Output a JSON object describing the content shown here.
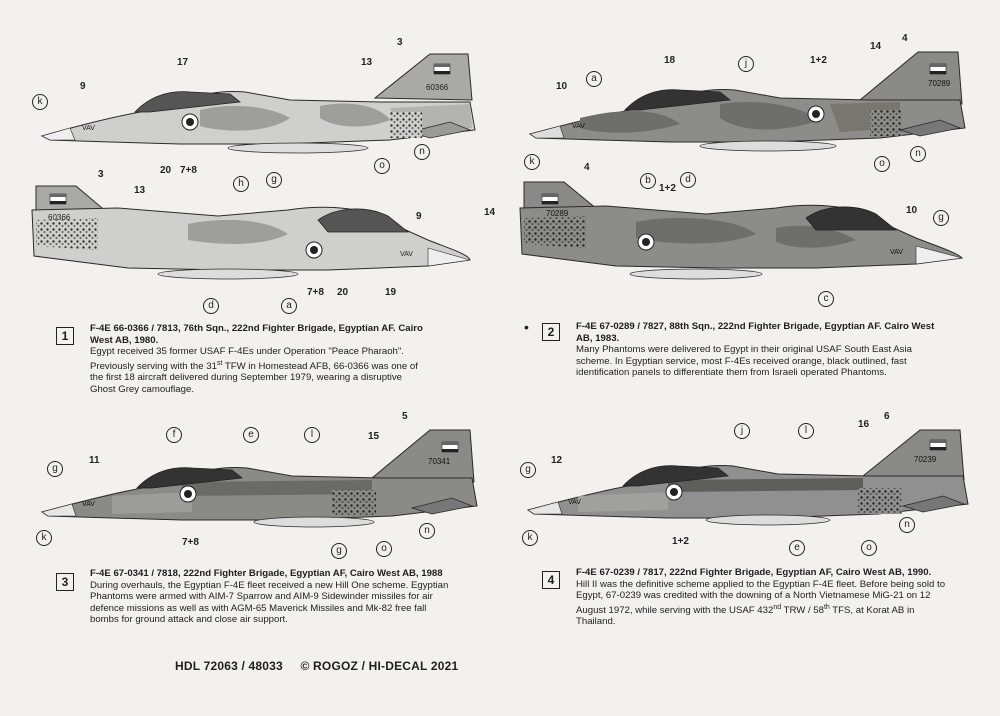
{
  "profiles": [
    {
      "number": "1",
      "heading": "F-4E 66-0366 / 7813, 76th Sqn., 222nd Fighter Brigade, Egyptian AF. Cairo West AB, 1980.",
      "body": "Egypt received 35 former USAF F-4Es under Operation \"Peace Pharaoh\". Previously serving with the 31st TFW in Homestead AFB, 66-0366 was one of the first 18 aircraft delivered during September 1979, wearing a disruptive Ghost Grey camouflage.",
      "serial_tail": "60366",
      "serial_tail_lower": "60366",
      "nose_code": "VAV",
      "nose_code_lower": "VAV"
    },
    {
      "number": "2",
      "heading": "F-4E 67-0289 / 7827, 88th Sqn., 222nd Fighter Brigade, Egyptian AF. Cairo West AB, 1983.",
      "body": "Many Phantoms were delivered to Egypt in their original USAF South East Asia scheme. In Egyptian service, most F-4Es received orange, black outlined, fast identification panels to differentiate them from Israeli operated Phantoms.",
      "serial_tail": "70289",
      "serial_tail_lower": "70289",
      "nose_code": "VAV",
      "nose_code_lower": "VAV"
    },
    {
      "number": "3",
      "heading": "F-4E 67-0341 / 7818, 222nd Fighter Brigade, Egyptian AF, Cairo West AB, 1988",
      "body": "During overhauls, the Egyptian F-4E fleet received a new Hill One scheme. Egyptian Phantoms were armed with AIM-7 Sparrow and AIM-9 Sidewinder missiles for air defence missions as well as with AGM-65 Maverick Missiles and Mk-82 free fall bombs for ground attack and close air support.",
      "serial_tail": "70341",
      "nose_code": "VAV"
    },
    {
      "number": "4",
      "heading": "F-4E 67-0239 / 7817, 222nd Fighter Brigade, Egyptian AF, Cairo West AB, 1990.",
      "body": "Hill II was the definitive scheme applied to the Egyptian F-4E fleet. Before being sold to Egypt, 67-0239 was credited with the downing of a North Vietnamese MiG-21 on 12 August 1972, while serving with the USAF 432nd TRW / 58th TFS, at Korat AB in Thailand.",
      "serial_tail": "70239",
      "nose_code": "VAV"
    }
  ],
  "callouts": {
    "p1a": [
      "3",
      "13",
      "17",
      "9",
      "20",
      "7+8"
    ],
    "p1a_circ": [
      "k",
      "g",
      "o",
      "n"
    ],
    "p1b": [
      "3",
      "13",
      "9",
      "7+8",
      "20",
      "19"
    ],
    "p1b_circ": [
      "h",
      "d",
      "a"
    ],
    "p2a": [
      "18",
      "1+2",
      "14",
      "4",
      "10"
    ],
    "p2a_circ": [
      "a",
      "j",
      "k",
      "d",
      "o",
      "n"
    ],
    "p2b": [
      "4",
      "1+2",
      "14",
      "10"
    ],
    "p2b_circ": [
      "b",
      "g",
      "c"
    ],
    "p3": [
      "5",
      "15",
      "11",
      "7+8"
    ],
    "p3_circ": [
      "f",
      "e",
      "l",
      "g",
      "k",
      "g",
      "o",
      "n"
    ],
    "p4": [
      "6",
      "16",
      "12",
      "1+2"
    ],
    "p4_circ": [
      "j",
      "l",
      "g",
      "k",
      "e",
      "o",
      "n"
    ]
  },
  "footer": {
    "code": "HDL 72063 / 48033",
    "copyright": "© ROGOZ / HI-DECAL 2021"
  },
  "colors": {
    "ghost_light": "#d6d6d4",
    "ghost_dark": "#9a9a98",
    "sea_dark": "#6e6e6a",
    "sea_mid": "#8c8c88",
    "hill_dark": "#5e5e5a",
    "line": "#2a2a2a"
  }
}
